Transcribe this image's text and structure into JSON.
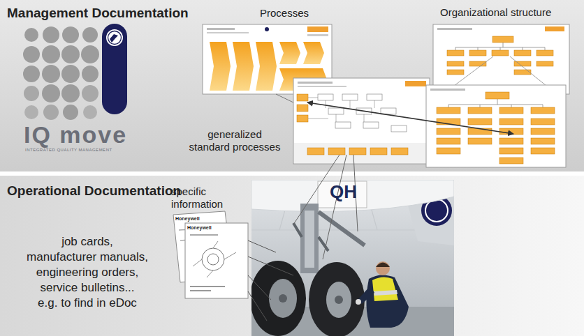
{
  "diagram": {
    "nodes": [
      {
        "text": [
          "Management Documentation"
        ]
      },
      {
        "text": [
          "Processes"
        ],
        "in": 0
      },
      {
        "text": [
          "generalized standard processes"
        ],
        "in": 0
      },
      {
        "text": [
          "Organizational structure"
        ],
        "in": 0
      },
      {
        "text": [
          "Operational Documentation"
        ]
      }
    ],
    "edges": [
      {
        "from": 1,
        "to": 2,
        "arrow": "none"
      }
    ],
    "labels": [
      "IQ move",
      "INTEGRATED QUALITY MANAGEMENT",
      "specific information",
      "job cards,",
      "manufacturer manuals,",
      "engineering orders,",
      "service bulletins...",
      "e.g. to find in eDoc",
      "Honeywell",
      "Honeywell",
      "QH"
    ]
  }
}
